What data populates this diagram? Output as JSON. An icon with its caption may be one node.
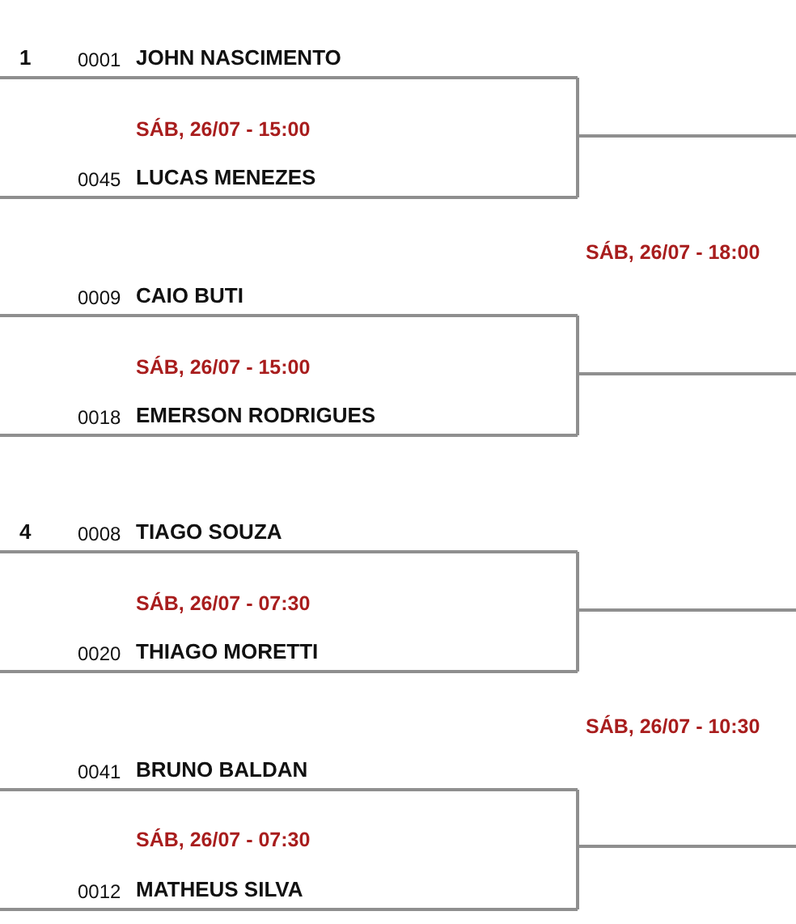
{
  "diagram": {
    "nodes": [
      {
        "text": [
          "1",
          "0001",
          "JOHN NASCIMENTO"
        ]
      },
      {
        "text": [
          "0045",
          "LUCAS MENEZES"
        ]
      },
      {
        "text": [
          "0009",
          "CAIO BUTI"
        ]
      },
      {
        "text": [
          "0018",
          "EMERSON RODRIGUES"
        ]
      },
      {
        "text": [
          "4",
          "0008",
          "TIAGO SOUZA"
        ]
      },
      {
        "text": [
          "0020",
          "THIAGO MORETTI"
        ]
      },
      {
        "text": [
          "0041",
          "BRUNO BALDAN"
        ]
      },
      {
        "text": [
          "0012",
          "MATHEUS SILVA"
        ]
      }
    ],
    "edges": [
      {
        "from": 0,
        "to": null,
        "arrow": "none"
      },
      {
        "from": 1,
        "to": null,
        "arrow": "none"
      },
      {
        "from": 2,
        "to": null,
        "arrow": "none"
      },
      {
        "from": 3,
        "to": null,
        "arrow": "none"
      },
      {
        "from": 4,
        "to": null,
        "arrow": "none"
      },
      {
        "from": 5,
        "to": null,
        "arrow": "none"
      },
      {
        "from": 6,
        "to": null,
        "arrow": "none"
      },
      {
        "from": 7,
        "to": null,
        "arrow": "none"
      }
    ],
    "labels": [
      "SÁB, 26/07 - 15:00",
      "SÁB, 26/07 - 18:00",
      "SÁB, 26/07 - 15:00",
      "SÁB, 26/07 - 07:30",
      "SÁB, 26/07 - 10:30",
      "SÁB, 26/07 - 07:30"
    ]
  }
}
